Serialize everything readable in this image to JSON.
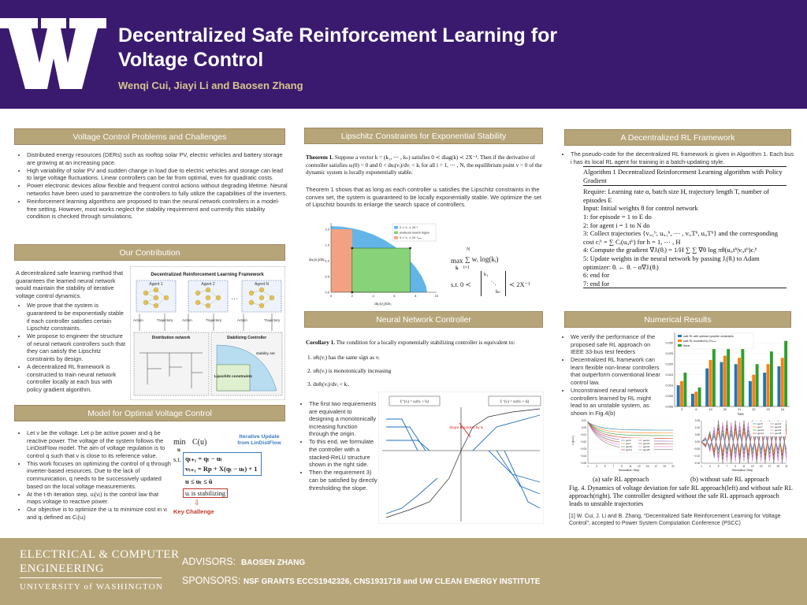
{
  "header": {
    "title_line1": "Decentralized Safe Reinforcement Learning for",
    "title_line2": "Voltage Control",
    "authors": "Wenqi Cui,  Jiayi Li and  Baosen Zhang"
  },
  "colors": {
    "header_bg": "#3a1a6e",
    "accent_gold": "#b7a57a",
    "author_gold": "#d8c58d"
  },
  "col1": {
    "sec1_title": "Voltage Control Problems and Challenges",
    "sec1_bullets": [
      "Distributed energy resources (DERs) such as rooftop solar PV, electric vehicles and battery storage are growing at an increasing pace.",
      "High variability of solar PV and sudden change in load due to electric vehicles and storage can lead to large voltage fluctuations. Linear controllers can be far from optimal, even for quadratic costs.",
      "Power electronic devices allow flexible and frequent control actions without degrading lifetime. Neural networks have been used to parametrize the controllers to fully utilize the capabilities of the inverters.",
      "Reinforcement learning algorithms are proposed to train the neural network controllers in a model-free setting. However, most works neglect the stability requirement and currently this stability condition is checked through simulations."
    ],
    "sec2_title": "Our Contribution",
    "sec2_intro": "A decentralized safe learning method that guarantees the learned neural network would maintain the stability of iterative voltage control dynamics.",
    "sec2_bullets": [
      "We prove that the system is guaranteed to be exponentially stable if each controller satisfies certain Lipschitz constraints.",
      "We propose to engineer the structure of neural network controllers such that they can satisfy the Lipschitz constraints by design.",
      "A decentralized RL framework is constructed to train neural network controller locally at each bus with policy gradient algorithm."
    ],
    "fig1": {
      "title": "Decentralized Reinforcement Learning Framework",
      "agent1": "Agent 1",
      "agent2": "Agent 2",
      "agentN": "Agent N",
      "action": "Action",
      "trajectory": "Trajectory",
      "dist_net": "Distribution network",
      "stab_ctrl": "Stabilizing Controller",
      "stab_set": "stability set",
      "lip": "Lipschitz constraints"
    },
    "sec3_title": "Model for Optimal Voltage Control",
    "sec3_bullets": [
      "Let v be the voltage. Let p be active power and q be reactive power. The voltage of the system follows the LinDistFlow model. The aim of voltage regulation is to control q  such that v is close to its reference value.",
      "This work focuses on optimizing the control of q through inverter-based resources. Due to the lack of communication, q needs to be successively updated based on the local voltage measurements.",
      "At the t-th iteration step, uᵢ(vᵢ) is the control law that maps voltage to reactive power.",
      "Our objective is to optimize the uᵢ to minimize cost in vᵢ and qᵢ defined as Cᵢ(uᵢ)"
    ],
    "eq": {
      "min": "min",
      "under": "u",
      "obj": "C(u)",
      "st": "s.t.",
      "c1": "qₜ₊₁ = qₜ − uₜ",
      "c2": "vₜ₊₁ = Rp + X(qₜ − uₜ) + 1",
      "c3": "u ≤ uₜ ≤ ū",
      "c4": "uᵢ is stabilizing",
      "iter": "Iterative Update from LinDistFlow",
      "key": "Key Challenge"
    }
  },
  "col2": {
    "sec1_title": "Lipschitz Constraints for Exponential Stability",
    "theorem_label": "Theorem 1.",
    "theorem_text": "Suppose a vector k = (k₁, ⋯ , kₙ) satisfies 0 ≺ diag(k) ≺ 2X⁻¹. Then if the derivative of controller satisfies uᵢ(0) = 0 and 0 < duᵢ(vᵢ)/dvᵢ < kᵢ for all i = 1, ⋯ , N, the equilibrium point v = 0 of the dynamic system is locally exponentially stable.",
    "para": "Theorem 1 shows that as long as each controller uᵢ satisfies the Lipschitz constraints in the convex set, the system is guaranteed to be locally exponentially stable. We optimize the set of Lipschitz bounds to enlarge the search space of controllers.",
    "chart_data": {
      "type": "area",
      "xlabel": "du₂(v₂)/dv₂",
      "ylabel": "du₁(v₁)/dv₁",
      "xlim": [
        0,
        10
      ],
      "ylim": [
        0,
        2.2
      ],
      "x_ticks": [
        0,
        2,
        4,
        6,
        8,
        10
      ],
      "y_ticks": [
        0,
        0.5,
        1.0,
        1.5,
        2.0
      ],
      "legend": [
        "0 ≺ Yᵤ ≺ 2X⁻¹",
        "produced search region",
        "0 ≺ Yᵤ ≺ 2X⁻¹ₘₐₓ"
      ],
      "legend_colors": [
        "#63b5e8",
        "#88d27a",
        "#f2a282"
      ],
      "boundary": {
        "x": [
          0,
          1,
          2,
          3,
          4,
          5,
          6,
          7,
          8,
          8.6,
          9.0,
          9.1
        ],
        "y": [
          2.1,
          2.08,
          2.03,
          1.95,
          1.83,
          1.67,
          1.46,
          1.18,
          0.8,
          0.5,
          0.2,
          0
        ]
      },
      "green_rect": {
        "x": [
          2,
          7.5
        ],
        "y": [
          0,
          1.4
        ]
      },
      "orange_rect": {
        "x": [
          0,
          2
        ],
        "y": [
          0,
          2.0
        ]
      },
      "dots": [
        {
          "x": 2,
          "y": 1.4
        },
        {
          "x": 7.5,
          "y": 1.4
        },
        {
          "x": 2,
          "y": 0
        }
      ]
    },
    "opt_max": "max",
    "opt_under": "k",
    "opt_obj": "∑ wᵢ log(kᵢ)",
    "opt_sum_top": "N",
    "opt_sum_bot": "i=1",
    "opt_st": "s.t.  0 ≺",
    "opt_k1": "k₁",
    "opt_kn": "kₙ",
    "opt_rhs": "≺ 2X⁻¹",
    "sec2_title": "Neural Network Controller",
    "corollary_label": "Corollary 1.",
    "corollary_text": "The condition for a locally exponentially stabilizing controller is equivalent to:",
    "cor_items": [
      "1.   uθᵢ(vᵢ) has the same sign as vᵢ",
      "2.   uθᵢ(vᵢ) is monotonically increasing",
      "3.   duθᵢ(vᵢ)/dvᵢ < kᵢ."
    ],
    "nn_bullets": [
      "The first two requirements are equivalent to designing a monotonically increasing function through the origin.",
      "To this end, we formulate the controller with a stacked-ReLU structure shown in the right side.",
      "Then the requirement 3) can be satisfied by directly thresholding the slope."
    ],
    "nn_fig": {
      "left_title": "fᵢ⁺(vᵢ) = sᵢσ(vᵢ + bᵢ)",
      "right_title": "fᵢ⁻(vᵢ) = zᵢσ(vᵢ + dᵢ)",
      "slope_note": "Slope bounded by kᵢ"
    }
  },
  "col3": {
    "sec1_title": "A Decentralized RL Framework",
    "sec1_bullet": "The pseudo-code for the decentralized RL framework is given in Algorithm 1. Each bus i has its local RL agent for training in a batch-updating style.",
    "algo_title": "Algorithm 1 Decentralized Reinforcement Learning algorithm with Policy Gradient",
    "algo_require": "Require: Learning rate α, batch size H, trajectory length T, number of episodes E",
    "algo_input": "Input: Initial weights θ for control network",
    "algo_lines": [
      "1:  for episode = 1 to E do",
      "2:      for agent i = 1 to N do",
      "3:          Collect trajectories {vᵢ,₁ʰ, uᵢ,₁ʰ, ⋯ , vᵢ,Tʰ, uᵢ,Tʰ} and the corresponding cost cᵢʰ = ∑ Cᵢ(uᵢ,tʰ) for h = 1, ⋯ , H",
      "4:          Compute the gradient ∇Jᵢ(θᵢ) = 1/H ∑ ∑ ∇θ log πθ(uᵢ,tʰ|vᵢ,tʰ)cᵢʰ",
      "5:          Update weights in the neural network by passing Jᵢ(θᵢ) to Adam optimizer: θᵢ ← θᵢ − α∇Jᵢ(θᵢ)",
      "6:      end for",
      "7:  end for"
    ],
    "sec2_title": "Numerical Results",
    "res_bullets": [
      "We verify the performance of the proposed safe RL approach on IEEE 33-bus test feeders",
      "Decentralized RL framework can learn flexible non-linear controllers that outperform conventional linear control law.",
      "Unconstrained neural network controllers learned by RL might lead to an unstable system, as shown in Fig.4(b)"
    ],
    "bar_chart": {
      "type": "bar",
      "legend": [
        "safe RL with optimal Lipschitz constraints",
        "safe RL bounded by 2/Xₘₐₓ",
        "linear"
      ],
      "colors": [
        "#1f77b4",
        "#ff7f0e",
        "#2ca02c"
      ],
      "categories": [
        "3",
        "6",
        "19",
        "20",
        "21",
        "22",
        "23",
        "24"
      ],
      "xlabel": "bus",
      "ylim": [
        0,
        0.035
      ],
      "y_ticks": [
        "0.000",
        "0.005",
        "0.010",
        "0.015",
        "0.020",
        "0.025",
        "0.030"
      ],
      "series": [
        {
          "name": "safe RL with optimal Lipschitz constraints",
          "values": [
            0.01,
            0.006,
            0.018,
            0.021,
            0.02,
            0.012,
            0.016,
            0.019
          ]
        },
        {
          "name": "safe RL bounded by 2/Xₘₐₓ",
          "values": [
            0.012,
            0.007,
            0.022,
            0.024,
            0.023,
            0.015,
            0.02,
            0.023
          ]
        },
        {
          "name": "linear",
          "values": [
            0.016,
            0.009,
            0.028,
            0.03,
            0.029,
            0.02,
            0.026,
            0.031
          ]
        }
      ]
    },
    "line_left": {
      "type": "line",
      "xlabel": "Simulation Step",
      "ylabel": "v (p.u.)",
      "ylim": [
        -0.05,
        0.01
      ],
      "y_ticks": [
        "0.01",
        "0.00",
        "−0.01",
        "−0.02",
        "−0.03",
        "−0.04",
        "−0.05"
      ],
      "x_ticks": [
        "1",
        "3",
        "5",
        "7",
        "9",
        "11",
        "13",
        "15",
        "17",
        "19",
        "21"
      ],
      "legend": [
        "gen5",
        "gen7",
        "gen10",
        "gen11",
        "gen12",
        "gen23",
        "gen24",
        "gen28"
      ]
    },
    "line_right": {
      "type": "line",
      "xlabel": "Simulation Step",
      "ylim": [
        -0.15,
        0.15
      ],
      "y_ticks": [
        "0.15",
        "0.10",
        "0.05",
        "0.00",
        "−0.05",
        "−0.10",
        "−0.15"
      ],
      "x_ticks": [
        "1",
        "3",
        "5",
        "7",
        "9",
        "11",
        "13",
        "15",
        "17",
        "19",
        "21"
      ],
      "legend": [
        "gen5",
        "gen7",
        "gen10",
        "gen11",
        "gen12",
        "gen23",
        "gen24",
        "gen28"
      ]
    },
    "sub_a": "(a)   safe RL approach",
    "sub_b": "(b) without safe RL approach",
    "fig4_caption": "Fig. 4.  Dynamics of voltage deviation for safe RL approach(left) and without safe RL approach(right). The controller designed without the safe RL approach approach leads to unstable trajectories",
    "reference": "[1] W. Cui, J. Li and B. Zhang, “Decentralized Safe Reinforcement Learning for Voltage Control”, accepted to Power System Computation Conference (PSCC)"
  },
  "footer": {
    "dept_line1": "ELECTRICAL & COMPUTER",
    "dept_line2": "ENGINEERING",
    "univ": "UNIVERSITY of WASHINGTON",
    "advisors_label": "ADVISORS:",
    "advisors_value": "BAOSEN ZHANG",
    "sponsors_label": "SPONSORS:",
    "sponsors_value": "NSF GRANTS ECCS1942326, CNS1931718 and UW CLEAN ENERGY INSTITUTE"
  }
}
